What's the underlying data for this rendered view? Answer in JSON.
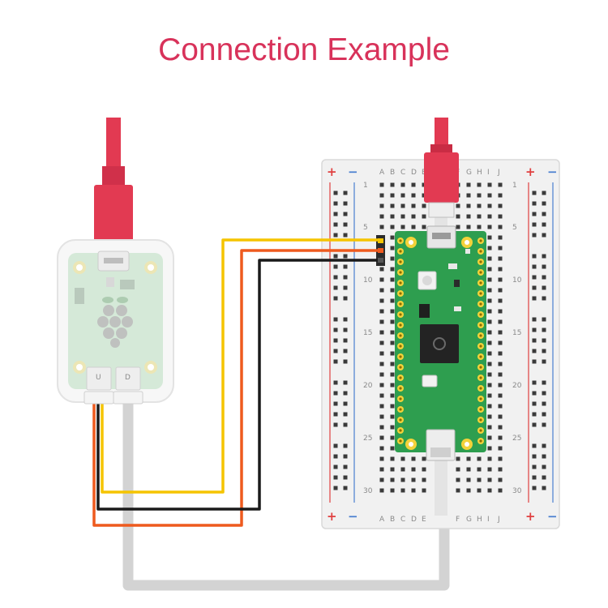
{
  "title": "Connection Example",
  "colors": {
    "title": "#d8325a",
    "cable": "#e23a52",
    "wire_yellow": "#f5c400",
    "wire_orange": "#ee5a1e",
    "wire_black": "#1a1a1a",
    "wire_gray": "#d3d3d3",
    "pico_green": "#2e9e4f",
    "breadboard": "#f1f1f1"
  },
  "breadboard": {
    "column_letters_left": [
      "A",
      "B",
      "C",
      "D",
      "E"
    ],
    "column_letters_right": [
      "F",
      "G",
      "H",
      "I",
      "J"
    ],
    "plus_sign": "+",
    "minus_sign": "−",
    "row_numbers": [
      "1",
      "5",
      "10",
      "15",
      "20",
      "25",
      "30"
    ]
  },
  "debug_probe": {
    "port_u": "U",
    "port_d": "D"
  }
}
